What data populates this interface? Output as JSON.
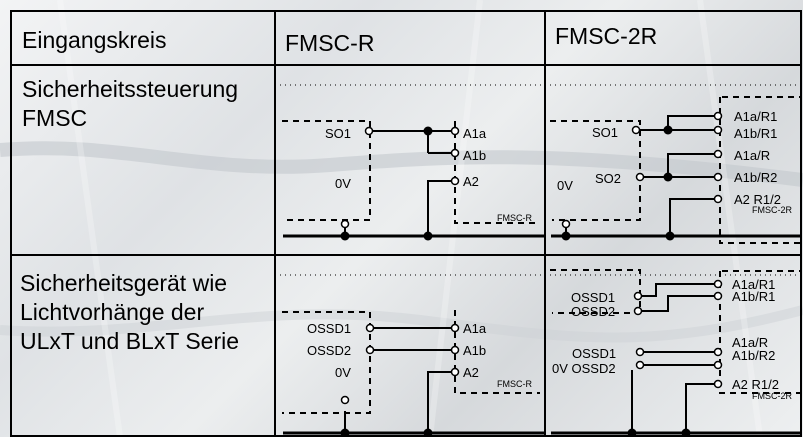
{
  "header": {
    "col1": "Eingangskreis",
    "col2": "FMSC-R",
    "col3": "FMSC-2R"
  },
  "rows": [
    {
      "label_line1": "Sicherheitssteuerung",
      "label_line2": "FMSC",
      "fmsc_r": {
        "in_so1": "SO1",
        "in_0v": "0V",
        "out_a1a": "A1a",
        "out_a1b": "A1b",
        "out_a2": "A2",
        "module": "FMSC-R"
      },
      "fmsc_2r": {
        "in_so1": "SO1",
        "in_so2": "SO2",
        "in_0v": "0V",
        "out_1": "A1a/R1",
        "out_2": "A1b/R1",
        "out_3": "A1a/R",
        "out_4": "A1b/R2",
        "out_5": "A2 R1/2",
        "module": "FMSC-2R"
      }
    },
    {
      "label_line1": "Sicherheitsgerät wie",
      "label_line2": "Lichtvorhänge der",
      "label_line3": "ULxT und BLxT Serie",
      "fmsc_r": {
        "in_ossd1": "OSSD1",
        "in_ossd2": "OSSD2",
        "in_0v": "0V",
        "out_a1a": "A1a",
        "out_a1b": "A1b",
        "out_a2": "A2",
        "module": "FMSC-R"
      },
      "fmsc_2r": {
        "in_ossd1a": "OSSD1",
        "in_ossd2a": "OSSD2",
        "in_ossd1b": "OSSD1",
        "in_0v_ossd2b": "0V OSSD2",
        "out_1": "A1a/R1",
        "out_2": "A1b/R1",
        "out_3": "A1a/R",
        "out_4": "A1b/R2",
        "out_5": "A2 R1/2",
        "module": "FMSC-2R"
      }
    }
  ]
}
